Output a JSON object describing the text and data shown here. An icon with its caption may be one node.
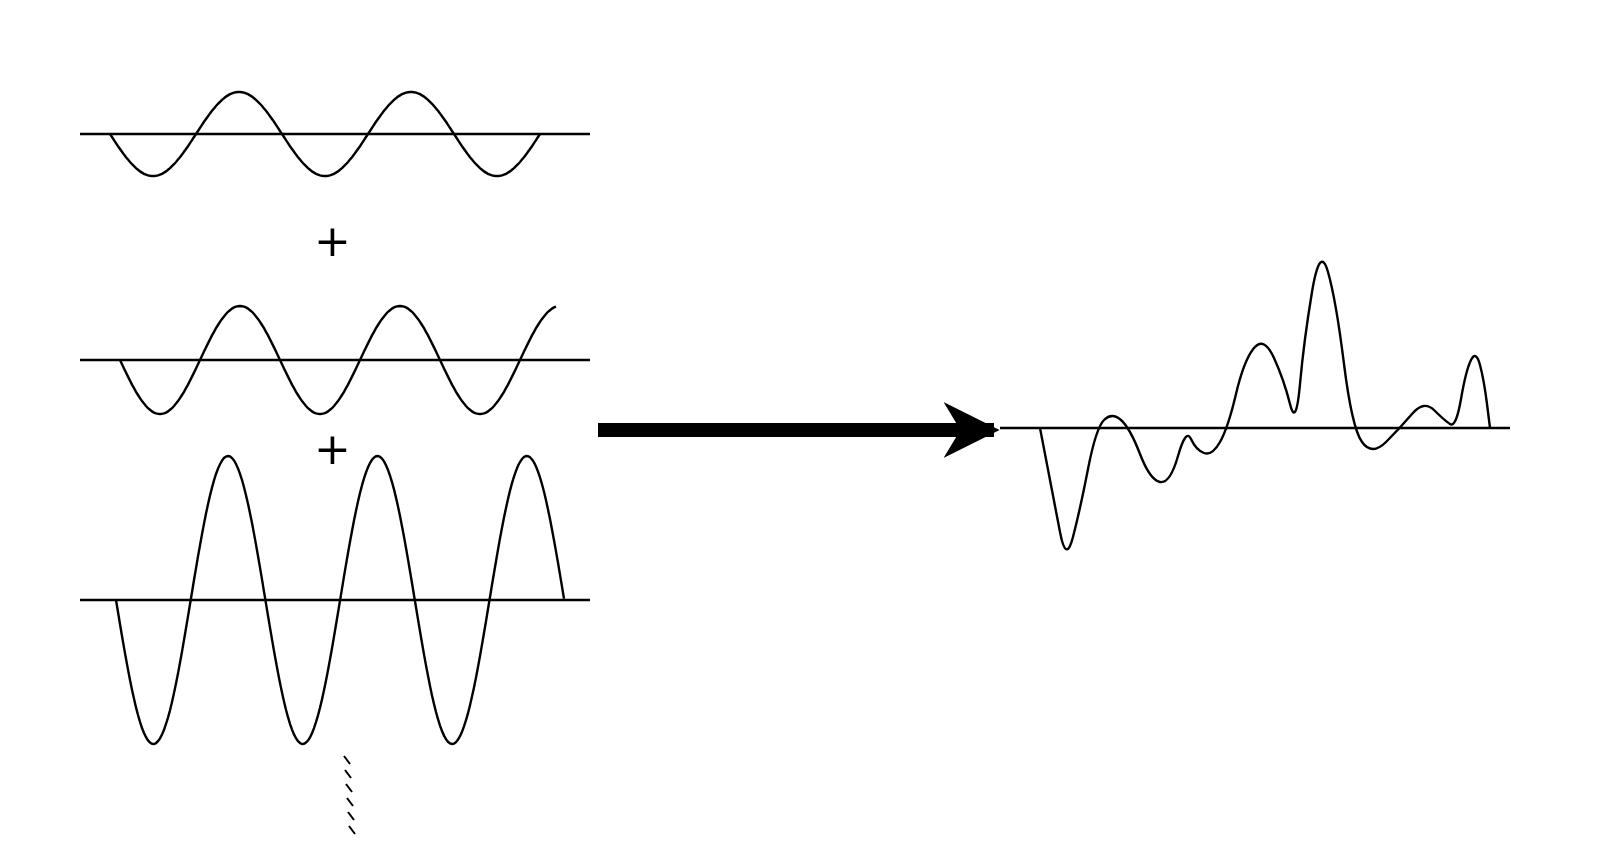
{
  "diagram": {
    "nodes": [
      {
        "text": [],
        "shape": "wave"
      },
      {
        "text": [],
        "shape": "wave"
      }
    ],
    "edges": [
      {
        "from": 0,
        "to": 1,
        "arrow": "to"
      }
    ],
    "labels": [
      "+",
      "+"
    ]
  }
}
